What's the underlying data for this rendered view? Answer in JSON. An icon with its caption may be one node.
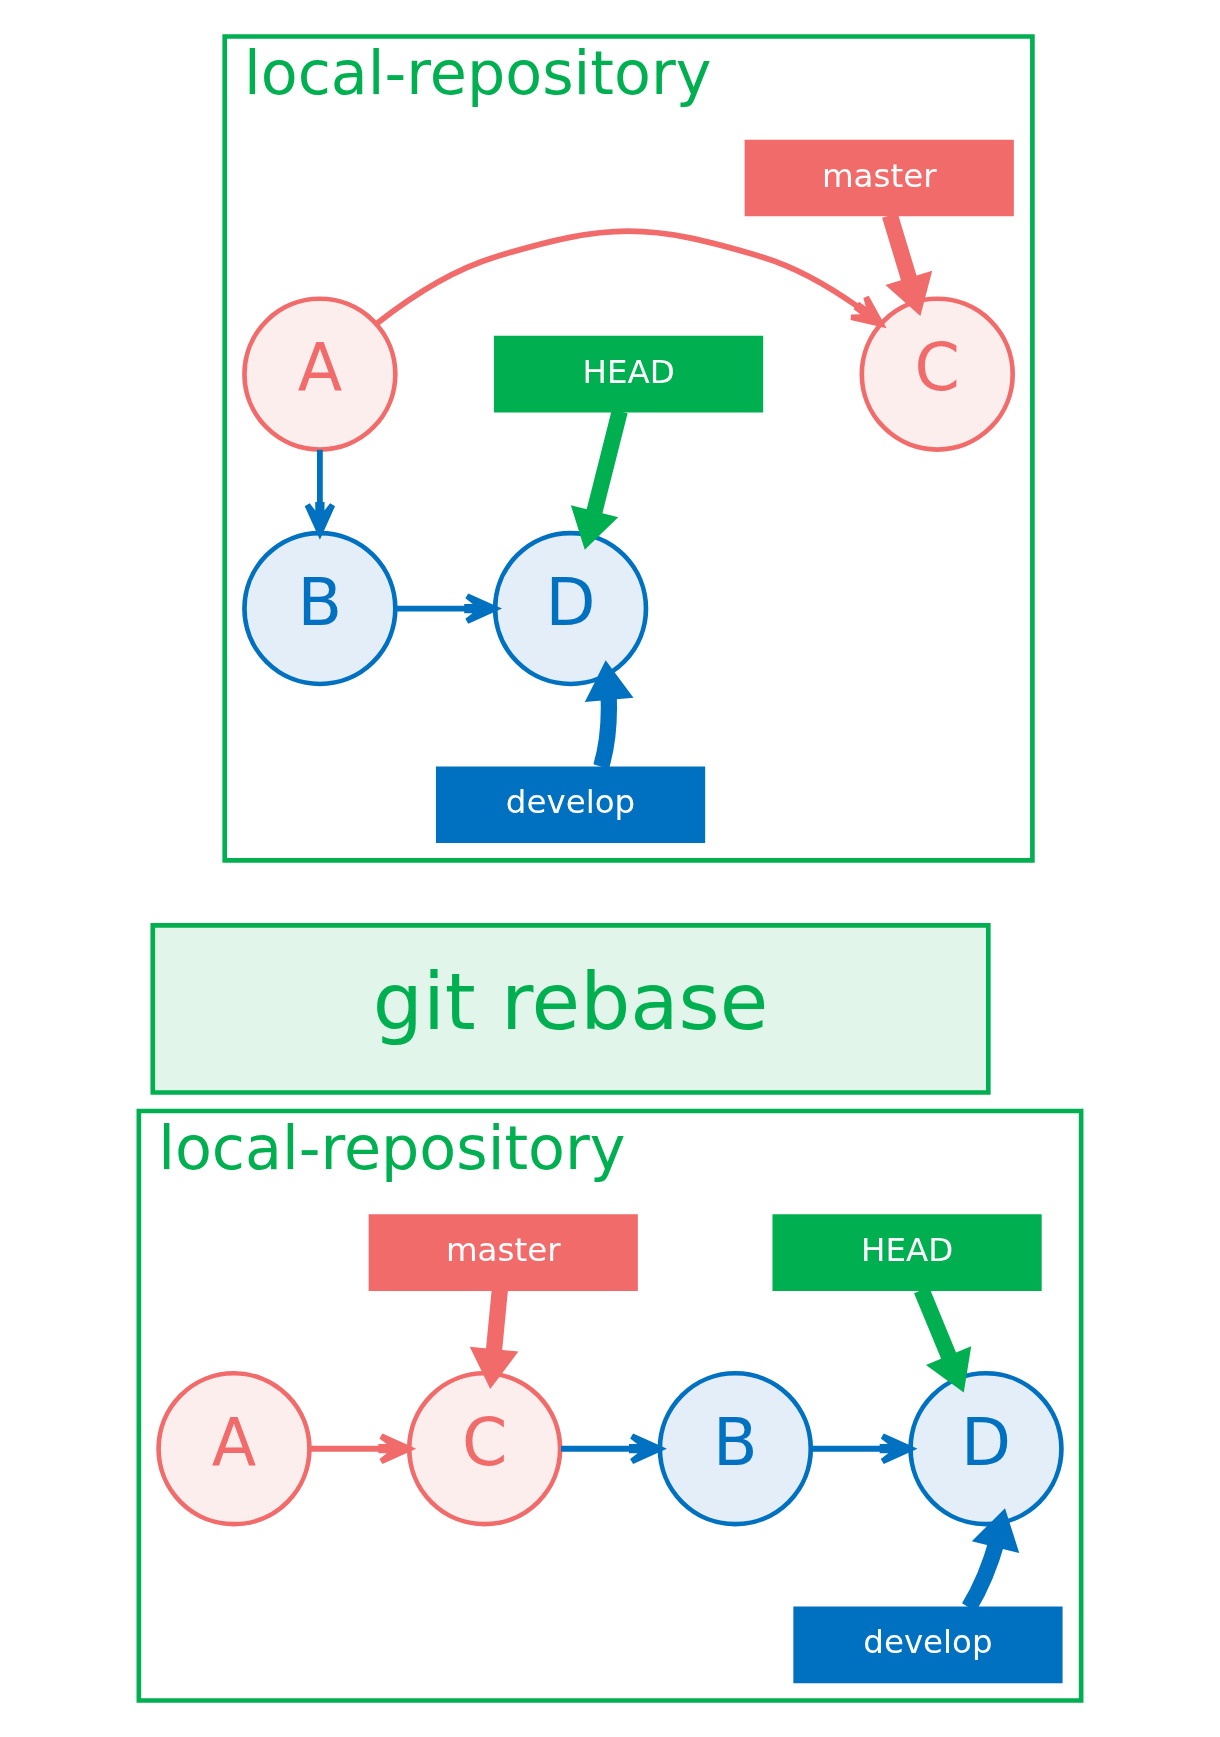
{
  "diagram": {
    "nodes": [
      {
        "text": [
          "local-repository"
        ]
      },
      {
        "text": [
          "master"
        ],
        "in": 0
      },
      {
        "text": [
          "A"
        ],
        "in": 0
      },
      {
        "text": [
          "C"
        ],
        "in": 0
      },
      {
        "text": [
          "HEAD"
        ],
        "in": 0
      },
      {
        "text": [
          "B"
        ],
        "in": 0
      },
      {
        "text": [
          "D"
        ],
        "in": 0
      },
      {
        "text": [
          "develop"
        ],
        "in": 0
      },
      {
        "text": [
          "git rebase"
        ]
      },
      {
        "text": [
          "local-repository"
        ]
      },
      {
        "text": [
          "master"
        ],
        "in": 9
      },
      {
        "text": [
          "HEAD"
        ],
        "in": 9
      },
      {
        "text": [
          "A"
        ],
        "in": 9
      },
      {
        "text": [
          "C"
        ],
        "in": 9
      },
      {
        "text": [
          "B"
        ],
        "in": 9
      },
      {
        "text": [
          "D"
        ],
        "in": 9
      },
      {
        "text": [
          "develop"
        ],
        "in": 9
      }
    ],
    "edges": [
      {
        "from": 1,
        "to": 3,
        "arrow": "to",
        "style": "thick",
        "color": "#f26b6b"
      },
      {
        "from": 2,
        "to": 3,
        "arrow": "to",
        "color": "#f26b6b"
      },
      {
        "from": 2,
        "to": 5,
        "arrow": "to"
      },
      {
        "from": 4,
        "to": 6,
        "arrow": "to",
        "style": "thick",
        "color": "#00b050"
      },
      {
        "from": 5,
        "to": 6,
        "arrow": "to"
      },
      {
        "from": 7,
        "to": 6,
        "arrow": "to",
        "style": "thick"
      },
      {
        "from": 10,
        "to": 13,
        "arrow": "to",
        "style": "thick",
        "color": "#f26b6b"
      },
      {
        "from": 11,
        "to": 15,
        "arrow": "to",
        "style": "thick",
        "color": "#00b050"
      },
      {
        "from": 12,
        "to": 13,
        "arrow": "to",
        "color": "#f26b6b"
      },
      {
        "from": 13,
        "to": 14,
        "arrow": "to"
      },
      {
        "from": 14,
        "to": 15,
        "arrow": "to"
      },
      {
        "from": 16,
        "to": 15,
        "arrow": "to",
        "style": "thick"
      }
    ]
  }
}
